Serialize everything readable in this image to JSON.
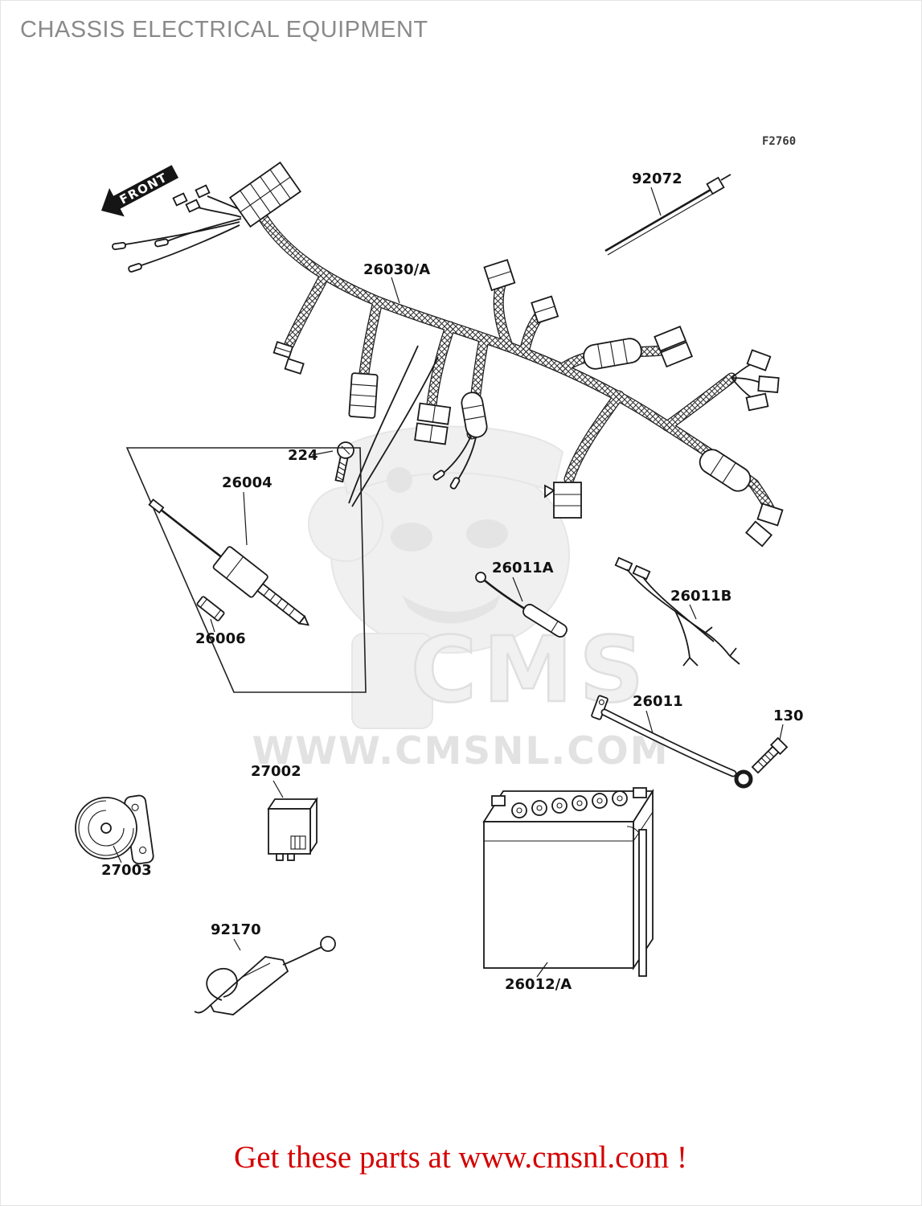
{
  "page": {
    "title": "CHASSIS ELECTRICAL EQUIPMENT",
    "figure_code": "F2760",
    "front_marker": "FRONT",
    "footer_text": "Get these parts at www.cmsnl.com !"
  },
  "watermark": {
    "brand": "CMS",
    "site": "WWW.CMSNL.COM"
  },
  "colors": {
    "title_gray": "#8a8a8a",
    "footer_red": "#d40000",
    "diagram_line": "#1a1a1a",
    "watermark_gray": "#e6e6e6"
  },
  "parts": {
    "harness": "26030/A",
    "cable_tie": "92072",
    "screw": "224",
    "speed_sensor": "26004",
    "sensor_pin": "26006",
    "cable_a": "26011A",
    "cable_b": "26011B",
    "battery_cable": "26011",
    "bolt": "130",
    "relay": "27002",
    "horn": "27003",
    "bracket": "92170",
    "battery": "26012/A"
  }
}
